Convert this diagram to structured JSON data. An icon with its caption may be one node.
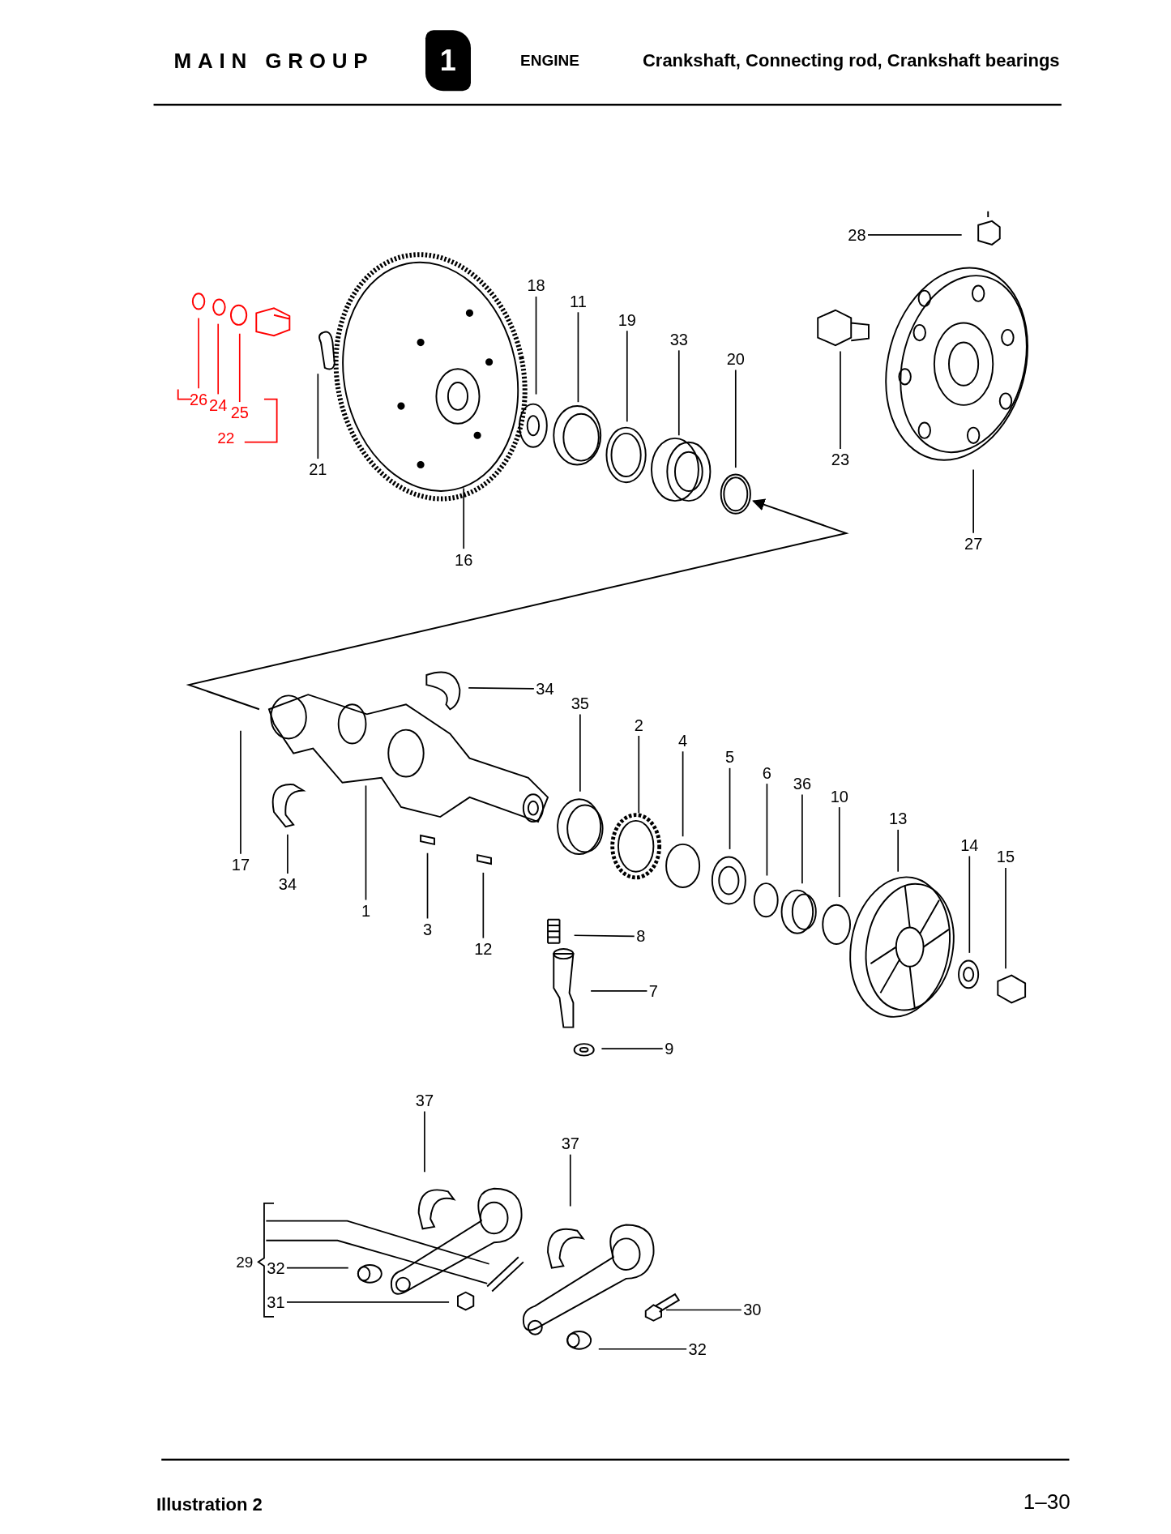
{
  "diagram": {
    "title": "Crankshaft, Connecting rod, Crankshaft bearings",
    "nodes": [
      {
        "text": [
          "28"
        ]
      },
      {
        "text": [
          "18"
        ]
      },
      {
        "text": [
          "11"
        ]
      },
      {
        "text": [
          "19"
        ]
      },
      {
        "text": [
          "33"
        ]
      },
      {
        "text": [
          "20"
        ]
      },
      {
        "text": [
          "23"
        ]
      },
      {
        "text": [
          "26"
        ]
      },
      {
        "text": [
          "24"
        ]
      },
      {
        "text": [
          "25"
        ]
      },
      {
        "text": [
          "21"
        ]
      },
      {
        "text": [
          "16"
        ]
      },
      {
        "text": [
          "27"
        ]
      },
      {
        "text": [
          "34"
        ]
      },
      {
        "text": [
          "35"
        ]
      },
      {
        "text": [
          "2"
        ]
      },
      {
        "text": [
          "4"
        ]
      },
      {
        "text": [
          "5"
        ]
      },
      {
        "text": [
          "6"
        ]
      },
      {
        "text": [
          "36"
        ]
      },
      {
        "text": [
          "10"
        ]
      },
      {
        "text": [
          "13"
        ]
      },
      {
        "text": [
          "14"
        ]
      },
      {
        "text": [
          "15"
        ]
      },
      {
        "text": [
          "17"
        ]
      },
      {
        "text": [
          "34"
        ]
      },
      {
        "text": [
          "1"
        ]
      },
      {
        "text": [
          "3"
        ]
      },
      {
        "text": [
          "12"
        ]
      },
      {
        "text": [
          "8"
        ]
      },
      {
        "text": [
          "7"
        ]
      },
      {
        "text": [
          "9"
        ]
      },
      {
        "text": [
          "37"
        ]
      },
      {
        "text": [
          "37"
        ]
      },
      {
        "text": [
          "32"
        ]
      },
      {
        "text": [
          "31"
        ]
      },
      {
        "text": [
          "30"
        ]
      },
      {
        "text": [
          "32"
        ]
      }
    ],
    "edges": [
      {
        "from": 0,
        "to": null,
        "arrow": "none"
      },
      {
        "from": 1,
        "to": null,
        "arrow": "none"
      },
      {
        "from": 2,
        "to": null,
        "arrow": "none"
      },
      {
        "from": 3,
        "to": null,
        "arrow": "none"
      },
      {
        "from": 4,
        "to": null,
        "arrow": "none"
      },
      {
        "from": 5,
        "to": null,
        "arrow": "none"
      },
      {
        "from": 6,
        "to": null,
        "arrow": "none"
      },
      {
        "from": 7,
        "to": null,
        "arrow": "none",
        "color": "#ff0000"
      },
      {
        "from": 8,
        "to": null,
        "arrow": "none",
        "color": "#ff0000"
      },
      {
        "from": 9,
        "to": null,
        "arrow": "none",
        "color": "#ff0000"
      },
      {
        "from": 10,
        "to": null,
        "arrow": "none"
      },
      {
        "from": 11,
        "to": null,
        "arrow": "none"
      },
      {
        "from": 12,
        "to": null,
        "arrow": "none"
      },
      {
        "from": 13,
        "to": null,
        "arrow": "none"
      },
      {
        "from": 14,
        "to": null,
        "arrow": "none"
      },
      {
        "from": 15,
        "to": null,
        "arrow": "none"
      },
      {
        "from": 16,
        "to": null,
        "arrow": "none"
      },
      {
        "from": 17,
        "to": null,
        "arrow": "none"
      },
      {
        "from": 18,
        "to": null,
        "arrow": "none"
      },
      {
        "from": 19,
        "to": null,
        "arrow": "none"
      },
      {
        "from": 20,
        "to": null,
        "arrow": "none"
      },
      {
        "from": 21,
        "to": null,
        "arrow": "none"
      },
      {
        "from": 22,
        "to": null,
        "arrow": "none"
      },
      {
        "from": 23,
        "to": null,
        "arrow": "none"
      },
      {
        "from": 24,
        "to": null,
        "arrow": "none"
      },
      {
        "from": 25,
        "to": null,
        "arrow": "none"
      },
      {
        "from": 26,
        "to": null,
        "arrow": "none"
      },
      {
        "from": 27,
        "to": null,
        "arrow": "none"
      },
      {
        "from": 28,
        "to": null,
        "arrow": "none"
      },
      {
        "from": 29,
        "to": null,
        "arrow": "none"
      },
      {
        "from": 30,
        "to": null,
        "arrow": "none"
      },
      {
        "from": 31,
        "to": null,
        "arrow": "none"
      },
      {
        "from": 32,
        "to": null,
        "arrow": "none"
      },
      {
        "from": 33,
        "to": null,
        "arrow": "none"
      },
      {
        "from": 34,
        "to": null,
        "arrow": "none"
      },
      {
        "from": 35,
        "to": null,
        "arrow": "none"
      },
      {
        "from": 36,
        "to": null,
        "arrow": "none"
      },
      {
        "from": 37,
        "to": null,
        "arrow": "none"
      }
    ],
    "labels": [
      "MAIN GROUP",
      "1",
      "ENGINE",
      "22",
      "29",
      "Illustration 2",
      "1–30"
    ]
  }
}
